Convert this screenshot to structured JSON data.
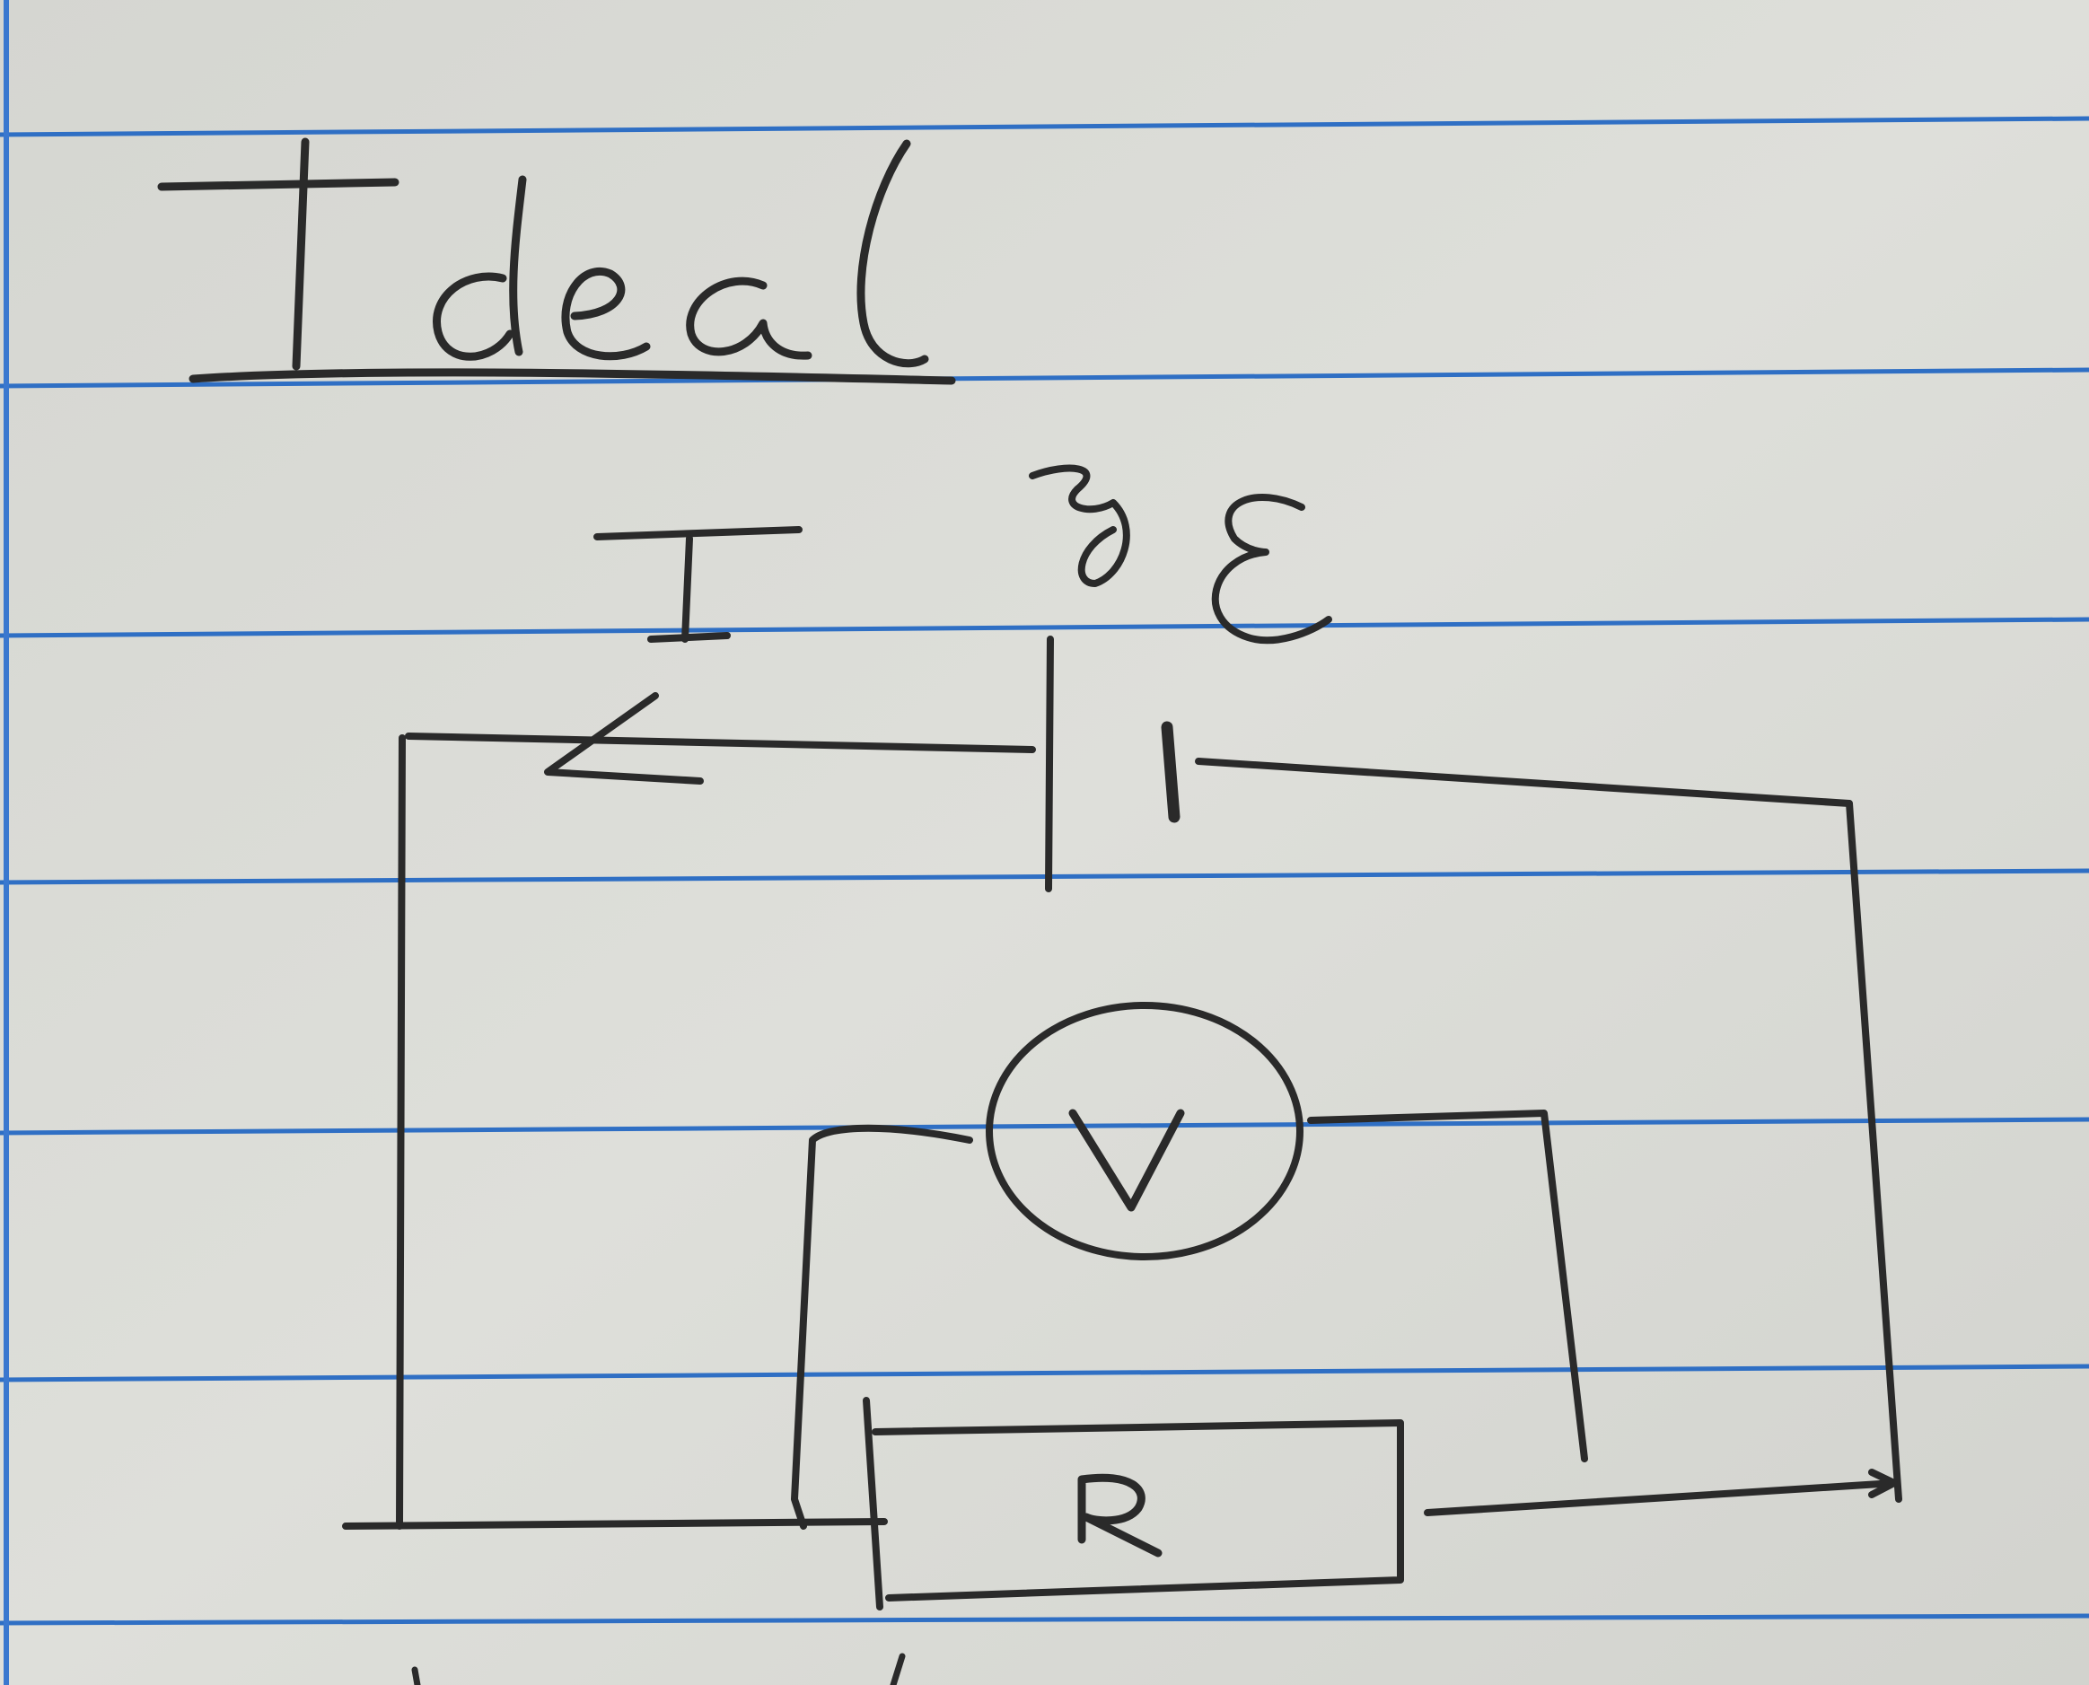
{
  "page": {
    "title": "Ideal"
  },
  "circuit": {
    "current_label": "I",
    "emf_label": "ε",
    "emf_scribble": "8",
    "voltmeter_label": "V",
    "resistor_label": "R"
  },
  "colors": {
    "paper": "#dcdcd6",
    "rule_line": "#2f6fc4",
    "margin_line": "#3a78cf",
    "ink": "#2a2a2a"
  }
}
